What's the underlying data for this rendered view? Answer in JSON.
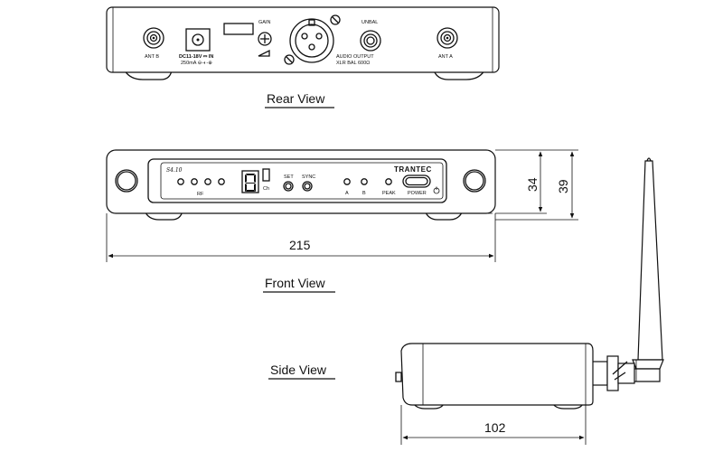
{
  "captions": {
    "rear_view": "Rear View",
    "front_view": "Front View",
    "side_view": "Side View"
  },
  "rear_panel": {
    "ant_b": "ANT B",
    "ant_a": "ANT A",
    "gain": "GAIN",
    "unbal": "UNBAL",
    "dc_in": "DC11-18V ⎓ IN",
    "current": "250mA ⊖-◐-⊕",
    "audio_output": "AUDIO OUTPUT",
    "xlr_bal": "XLR BAL 600Ω"
  },
  "front_panel": {
    "model": "S4.10",
    "brand": "TRANTEC",
    "rf": "RF",
    "ch": "Ch",
    "set": "SET",
    "sync": "SYNC",
    "a": "A",
    "b": "B",
    "peak": "PEAK",
    "power": "POWER"
  },
  "dimensions": {
    "width": "215",
    "height_body": "34",
    "height_total": "39",
    "depth": "102"
  }
}
